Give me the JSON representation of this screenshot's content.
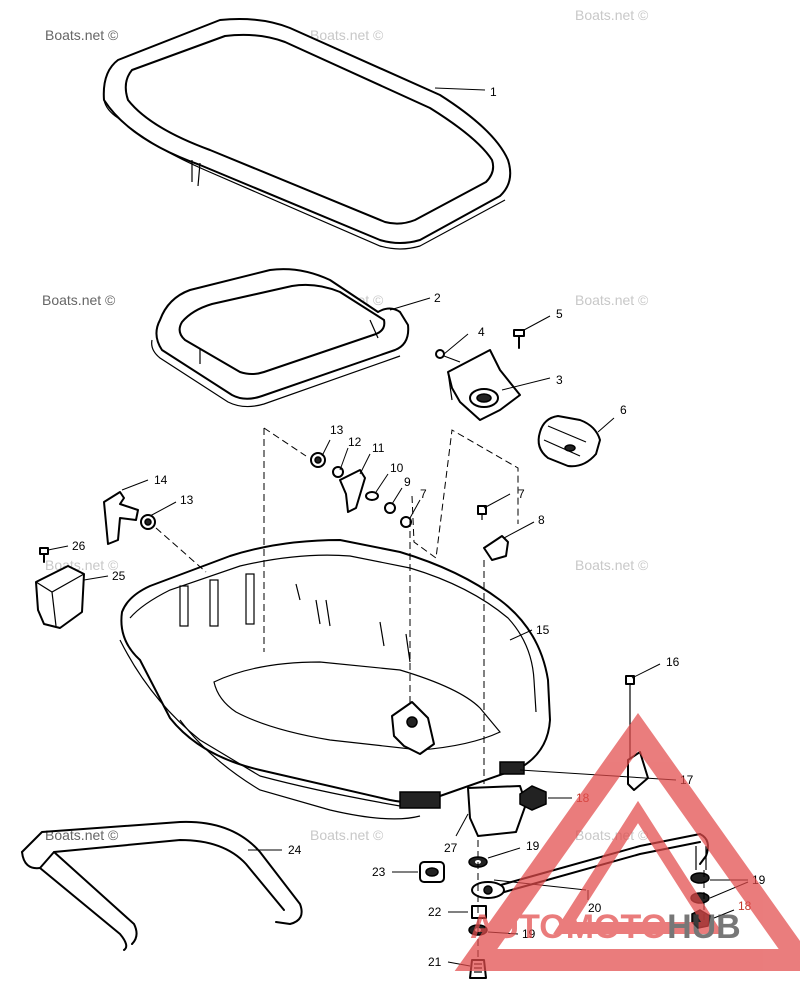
{
  "watermark": "Boats.net ©",
  "labels": {
    "p1": "1",
    "p2": "2",
    "p3": "3",
    "p4": "4",
    "p5": "5",
    "p6": "6",
    "p7a": "7",
    "p7b": "7",
    "p8": "8",
    "p9": "9",
    "p10": "10",
    "p11": "11",
    "p12": "12",
    "p13a": "13",
    "p13b": "13",
    "p14": "14",
    "p15": "15",
    "p16": "16",
    "p17": "17",
    "p18a": "18",
    "p18b": "18",
    "p19a": "19",
    "p19b": "19",
    "p19c": "19",
    "p20": "20",
    "p21": "21",
    "p22": "22",
    "p23": "23",
    "p24": "24",
    "p25": "25",
    "p26": "26",
    "p27": "27"
  },
  "logo": {
    "text_red": "AUTOMOTO",
    "text_dark": "HUB"
  },
  "colors": {
    "logo_red": "#e24b4b",
    "logo_dark": "#444444",
    "watermark": "#c8c8c8"
  }
}
